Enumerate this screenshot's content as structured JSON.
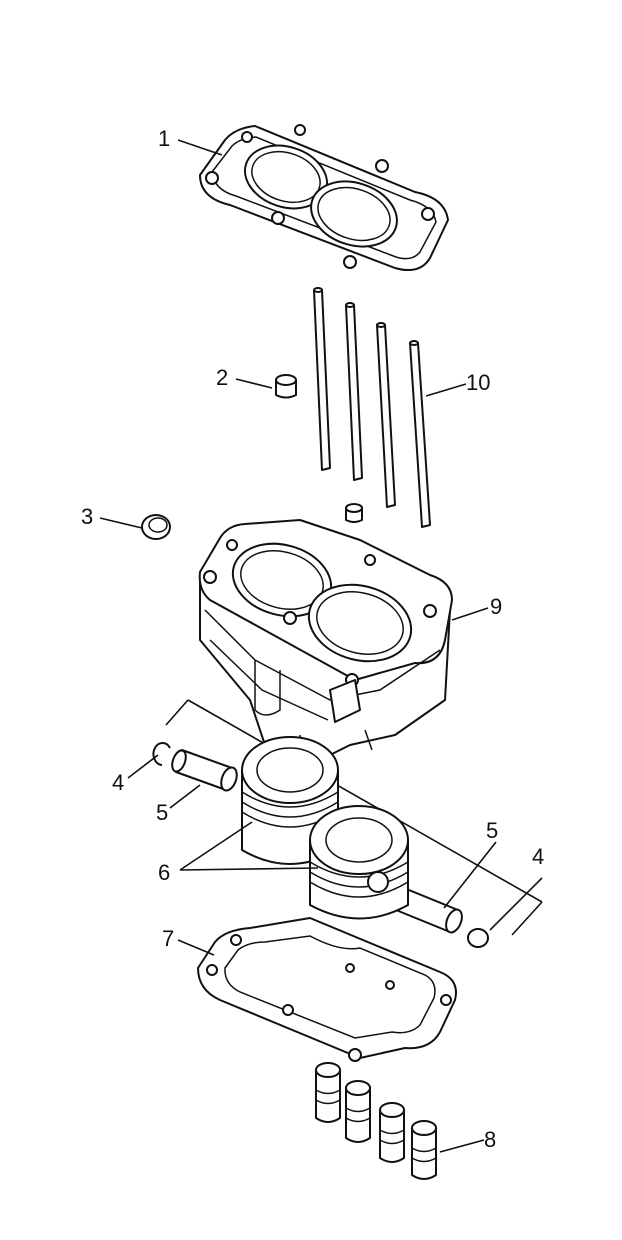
{
  "callouts": {
    "c1": "1",
    "c2": "2",
    "c3": "3",
    "c4a": "4",
    "c4b": "4",
    "c5a": "5",
    "c5b": "5",
    "c6": "6",
    "c7": "7",
    "c8": "8",
    "c9": "9",
    "c10": "10"
  },
  "colors": {
    "line": "#111111",
    "background": "#ffffff"
  }
}
